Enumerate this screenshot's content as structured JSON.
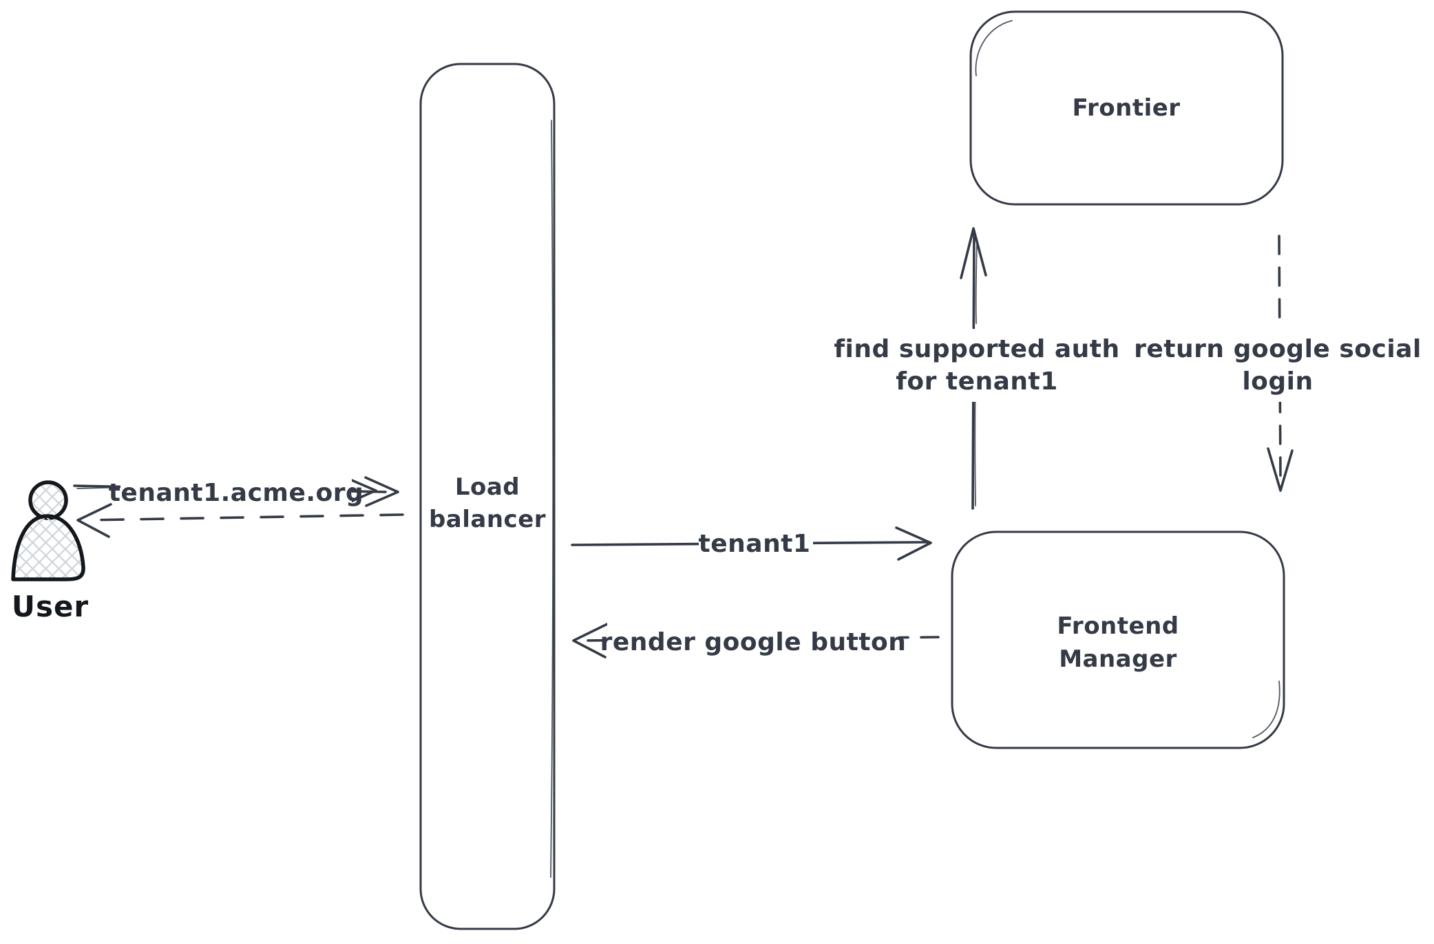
{
  "diagram": {
    "colors": {
      "background": "#ffffff",
      "stroke": "#343a46",
      "user_ink": "#14171c",
      "hatch_fill": "#ccd5dd"
    },
    "nodes": {
      "user": {
        "label": "User",
        "type": "actor"
      },
      "load_balancer": {
        "label": "Load balancer",
        "label_lines": [
          "Load",
          "balancer"
        ]
      },
      "frontier": {
        "label": "Frontier"
      },
      "frontend_manager": {
        "label": "Frontend Manager",
        "label_lines": [
          "Frontend",
          "Manager"
        ]
      }
    },
    "arrows": {
      "request": {
        "label": "tenant1.acme.org",
        "from": "User",
        "to": "Load balancer",
        "line": "solid"
      },
      "response": {
        "label": "",
        "from": "Load balancer",
        "to": "User",
        "line": "dashed"
      },
      "route_tenant1": {
        "label": "tenant1",
        "from": "Load balancer",
        "to": "Frontend Manager",
        "line": "solid"
      },
      "render_google_button": {
        "label": "render google button",
        "from": "Frontend Manager",
        "to": "Load balancer",
        "line": "dashed"
      },
      "find_supported_auth": {
        "label_lines": [
          "find supported auth",
          "for tenant1"
        ],
        "from": "Frontend Manager",
        "to": "Frontier",
        "line": "solid"
      },
      "return_google_social_login": {
        "label_lines": [
          "return google social",
          "login"
        ],
        "from": "Frontier",
        "to": "Frontend Manager",
        "line": "dashed"
      }
    }
  }
}
